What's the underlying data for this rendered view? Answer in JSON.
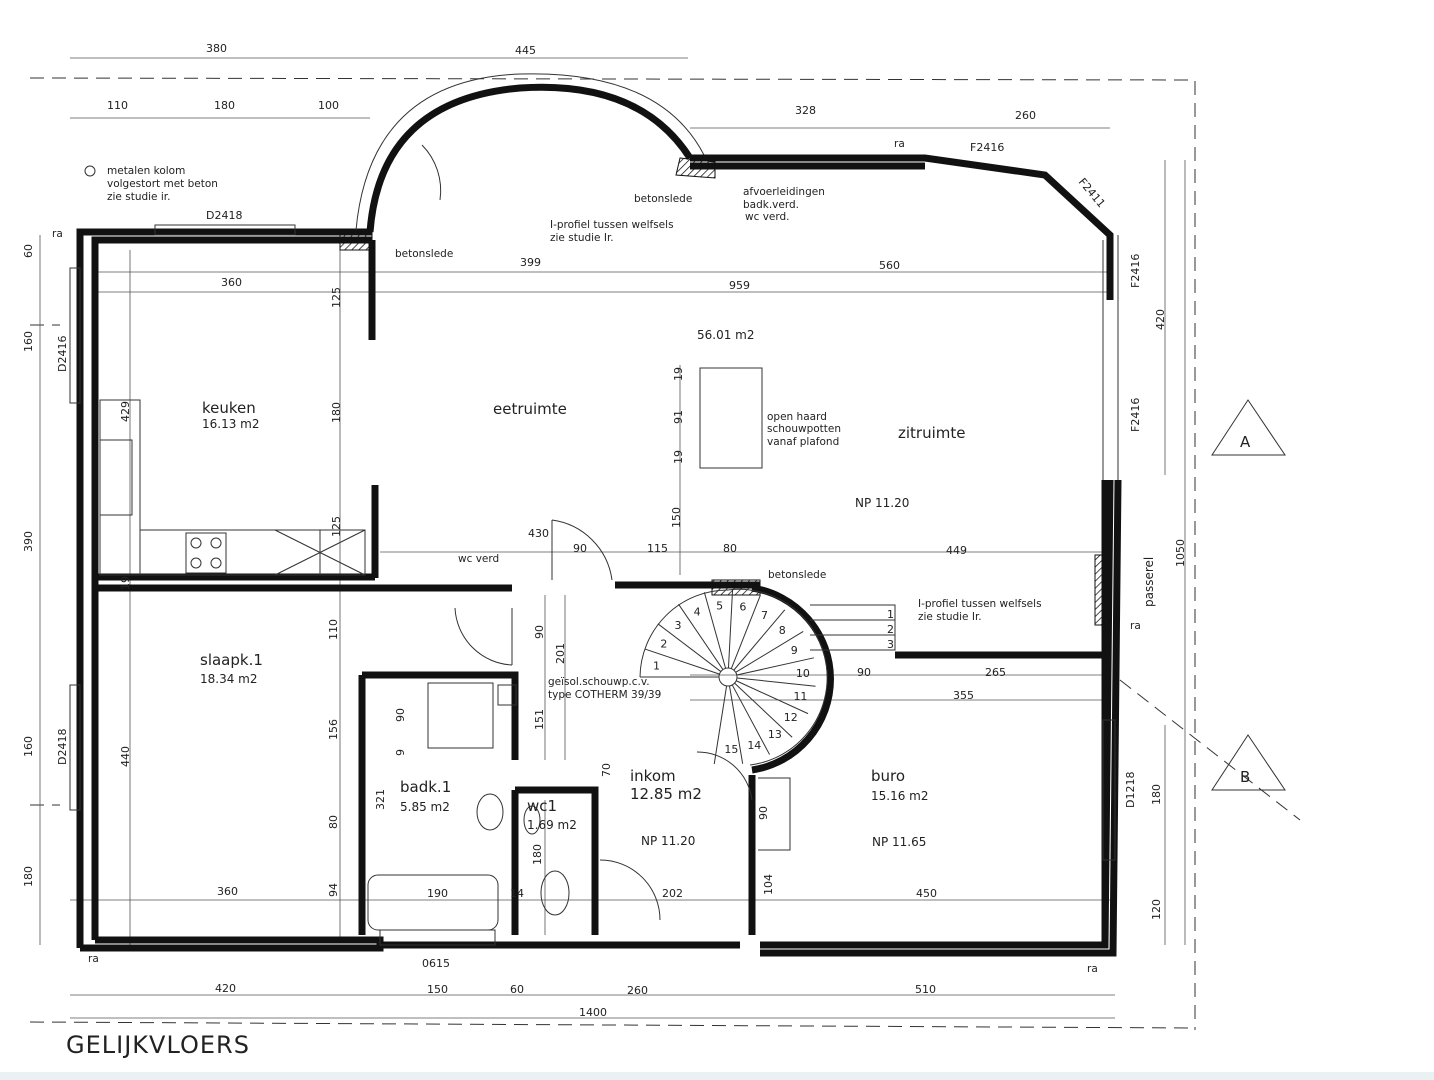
{
  "title": "GELIJKVLOERS",
  "rooms": {
    "keuken": {
      "name": "keuken",
      "area": "16.13 m2"
    },
    "eetruimte": {
      "name": "eetruimte"
    },
    "living_area": "56.01 m2",
    "zitruimte": {
      "name": "zitruimte",
      "level": "NP 11.20"
    },
    "slaapk": {
      "name": "slaapk.1",
      "area": "18.34 m2"
    },
    "badk": {
      "name": "badk.1",
      "area": "5.85 m2"
    },
    "wc": {
      "name": "wc1",
      "area": "1.69 m2"
    },
    "inkom": {
      "name": "inkom",
      "area": "12.85 m2",
      "level": "NP 11.20"
    },
    "buro": {
      "name": "buro",
      "area": "15.16 m2",
      "level": "NP 11.65"
    }
  },
  "notes": {
    "kolom": [
      "metalen kolom",
      "volgestort met beton",
      "zie studie ir."
    ],
    "betonslede": "betonslede",
    "afvoer": [
      "afvoerleidingen",
      "badk.verd.",
      "wc verd."
    ],
    "iprofiel": [
      "I-profiel tussen welfsels",
      "zie studie Ir."
    ],
    "haard": [
      "open haard",
      "schouwpotten",
      "vanaf plafond"
    ],
    "wcverd": "wc verd",
    "schouw": [
      "geïsol.schouwp.c.v.",
      "type COTHERM 39/39"
    ],
    "ra": "ra",
    "passerel": "passerel"
  },
  "windows": {
    "d2418_top": "D2418",
    "d2416_left": "D2416",
    "d2418_left": "D2418",
    "f2416_top": "F2416",
    "f2411": "F2411",
    "f2416_r1": "F2416",
    "f2416_r2": "F2416",
    "d1218": "D1218",
    "o615": "0615"
  },
  "dims": {
    "top": [
      "380",
      "445",
      "110",
      "180",
      "100",
      "328",
      "260"
    ],
    "inner_top": [
      "360",
      "399",
      "560",
      "959"
    ],
    "mid": [
      "430",
      "90",
      "115",
      "80",
      "449",
      "150",
      "90",
      "265",
      "355"
    ],
    "lower": [
      "360",
      "190",
      "202",
      "450"
    ],
    "bottom": [
      "420",
      "150",
      "60",
      "260",
      "510",
      "1400"
    ],
    "left": [
      "60",
      "160",
      "390",
      "160",
      "180"
    ],
    "inner_left": [
      "429",
      "440",
      "19"
    ],
    "kitchen_v": [
      "125",
      "180",
      "125"
    ],
    "slaapk_v": [
      "110",
      "156",
      "80",
      "94"
    ],
    "misc": [
      "321",
      "90",
      "9",
      "151",
      "201",
      "90",
      "70",
      "180",
      "19",
      "91",
      "19",
      "90",
      "104",
      "14"
    ],
    "right": [
      "420",
      "1050",
      "180",
      "120"
    ]
  },
  "stair_steps": [
    "1",
    "2",
    "3",
    "4",
    "5",
    "6",
    "7",
    "8",
    "9",
    "10",
    "11",
    "12",
    "13",
    "14",
    "15"
  ],
  "landing_steps": [
    "1",
    "2",
    "3"
  ],
  "sections": [
    "A",
    "B"
  ]
}
